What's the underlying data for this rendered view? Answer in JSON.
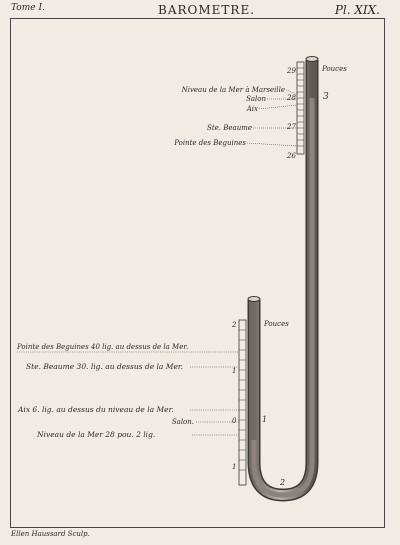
{
  "header": {
    "left": "Tome I.",
    "title": "BAROMETRE.",
    "right": "Pl. XIX."
  },
  "upper_scale": {
    "unit": "Pouces",
    "figure_number": "3",
    "ticks": [
      "29",
      "28",
      "27",
      "26"
    ],
    "labels": [
      "Niveau de la Mer à Marseille",
      "Salon",
      "Aix",
      "Ste. Beaume",
      "Pointe des Beguines"
    ]
  },
  "lower_scale": {
    "unit": "Pouces",
    "figure_number_side": "1",
    "figure_number_bottom": "2",
    "ticks": [
      "2",
      "1",
      "0",
      "1"
    ],
    "labels": [
      "Pointe des Beguines 40 lig. au dessus de la Mer.",
      "Ste. Beaume 30. lig. au dessus de la Mer.",
      "Aix 6. lig. au dessus du niveau de la Mer.",
      "Salon.",
      "Niveau de la Mer 28 pou. 2 lig."
    ]
  },
  "footer": {
    "engraver": "Ellen Haussard Sculp."
  }
}
